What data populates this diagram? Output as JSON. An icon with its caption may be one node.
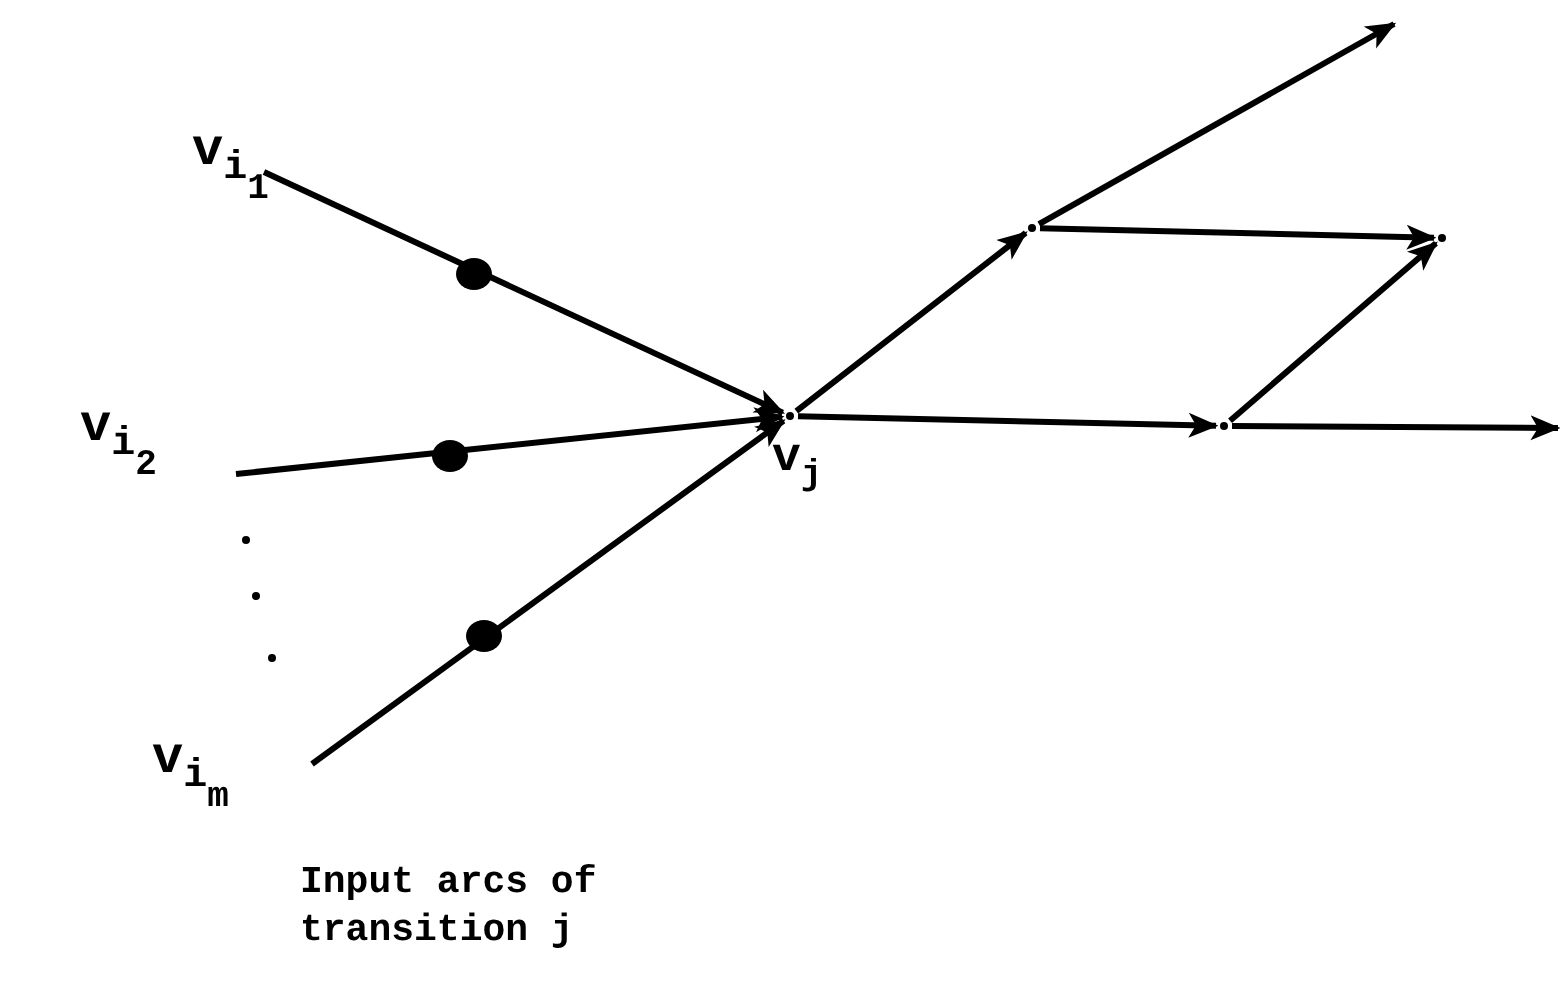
{
  "diagram": {
    "caption": "Input arcs of transition j",
    "nodes": [
      {
        "text": [
          "v$_{i}$$_{1}$"
        ]
      },
      {
        "text": [
          "v$_{i}$$_{2}$"
        ]
      },
      {
        "text": [
          "v$_{i}$$_{m}$"
        ]
      },
      {
        "text": [],
        "shape": "circle",
        "beside": [
          "v$_{j}$"
        ]
      },
      {
        "text": [],
        "shape": "circle"
      },
      {
        "text": [],
        "shape": "circle"
      },
      {
        "text": [],
        "shape": "circle"
      }
    ],
    "edges": [
      {
        "from": 0,
        "to": 3,
        "arrow": "to"
      },
      {
        "from": 1,
        "to": 3,
        "arrow": "to"
      },
      {
        "from": 2,
        "to": 3,
        "arrow": "to"
      },
      {
        "from": 3,
        "to": 4,
        "arrow": "to"
      },
      {
        "from": 4,
        "to": null,
        "arrow": "to"
      },
      {
        "from": 4,
        "to": 6,
        "arrow": "to"
      },
      {
        "from": 3,
        "to": 5,
        "arrow": "to"
      },
      {
        "from": 5,
        "to": null,
        "arrow": "to"
      },
      {
        "from": 5,
        "to": 6,
        "arrow": "to"
      }
    ]
  }
}
